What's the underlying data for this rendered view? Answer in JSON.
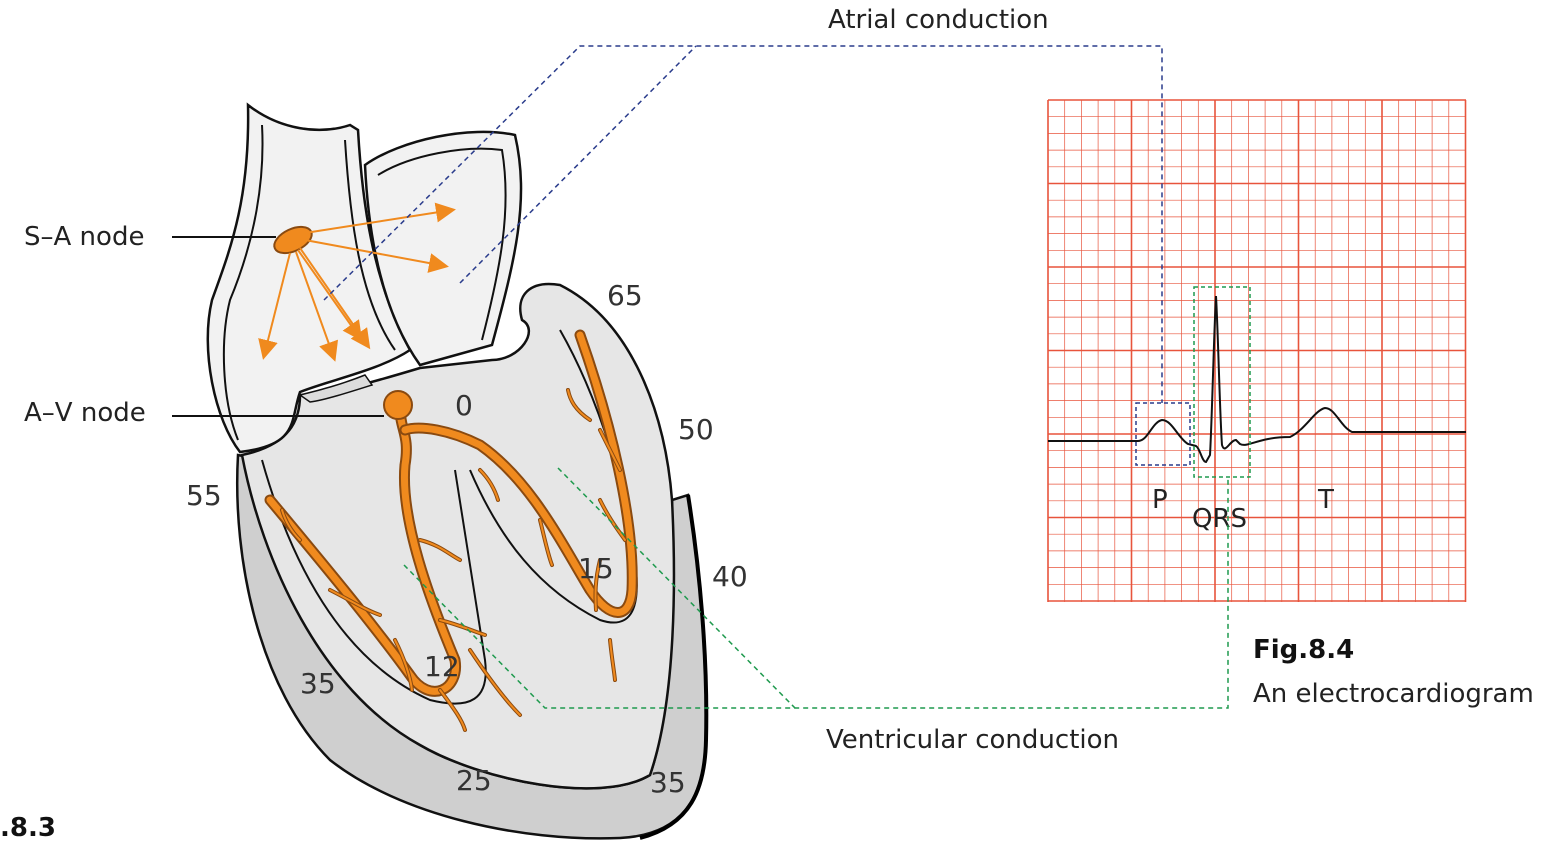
{
  "labels": {
    "sa_node": "S–A node",
    "av_node": "A–V node",
    "atrial_conduction": "Atrial conduction",
    "ventricular_conduction": "Ventricular conduction"
  },
  "timing_numbers": {
    "av": "0",
    "base_right": "65",
    "upper_right": "50",
    "mid_right": "40",
    "left_base": "55",
    "left_bundle": "15",
    "right_bundle": "12",
    "left_wall": "35",
    "apex": "25",
    "apex_right": "35"
  },
  "ecg": {
    "p": "P",
    "qrs": "QRS",
    "t": "T"
  },
  "figures": {
    "fig83_caption": ".8.3",
    "fig84_title": "Fig.8.4",
    "fig84_caption": "An electrocardiogram"
  },
  "colors": {
    "conduction": "#f08a1e",
    "conduction_stroke": "#8a4a10",
    "grid": "#e8543c",
    "atrial_dash": "#2a3c8c",
    "ventricular_dash": "#1f9a4e",
    "heart_fill": "#e6e6e6",
    "heart_wall": "#cfcfcf"
  }
}
